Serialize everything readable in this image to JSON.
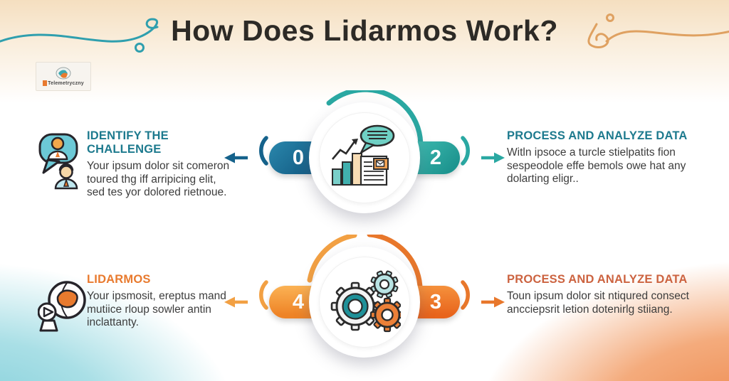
{
  "title": "How Does Lidarmos Work?",
  "logo": {
    "text": "Telemetryczny"
  },
  "colors": {
    "teal": "#2aa8a2",
    "dark_blue": "#15628b",
    "orange_light": "#f2a043",
    "orange_dark": "#e8772b",
    "header_teal": "#1d7a8e",
    "header_orange": "#e87a2e",
    "header_orange_dark": "#cc6340"
  },
  "rows": [
    {
      "left": {
        "number": "0",
        "title": "IDENTIFY THE CHALLENGE",
        "body": "Your ipsum dolor sit comeron toured thg iff arripicing elit, sed tes yor dolored rietnoue.",
        "icon": "chat-people-icon"
      },
      "right": {
        "number": "2",
        "title": "PROCESS AND ANALYZE DATA",
        "body": "Witln ipsoce a turcle stielpatits fion sespeodole effe bemols owe hat any dolarting eligr..",
        "icon": "chart-report-icon"
      }
    },
    {
      "left": {
        "number": "4",
        "title": "LIDARMOS",
        "body": "Your ipsmosit, ereptus mand mutiice rloup sowler antin inclattanty.",
        "icon": "lidar-globe-icon"
      },
      "right": {
        "number": "3",
        "title": "PROCESS AND ANALYZE DATA",
        "body": "Toun ipsum dolor sit ntiqured consect ancciepsrit letion dotenirlg stiiang.",
        "icon": "gears-icon"
      }
    }
  ]
}
